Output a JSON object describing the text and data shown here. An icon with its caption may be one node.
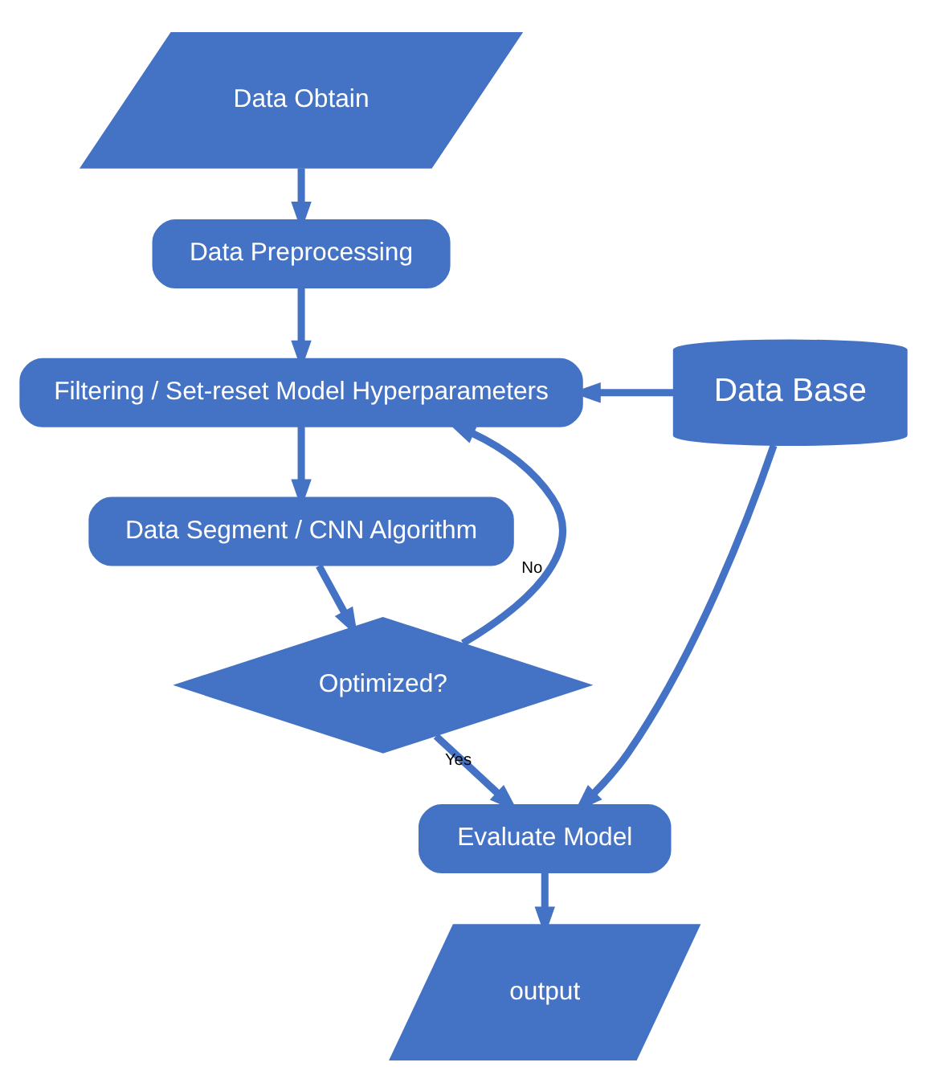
{
  "diagram": {
    "nodes": [
      {
        "text": [
          "Data Obtain"
        ]
      },
      {
        "text": [
          "Data Preprocessing"
        ]
      },
      {
        "text": [
          "Filtering / Set-reset Model Hyperparameters"
        ]
      },
      {
        "text": [
          "Data Base"
        ]
      },
      {
        "text": [
          "Data Segment / CNN Algorithm"
        ]
      },
      {
        "text": [
          "Optimized?"
        ]
      },
      {
        "text": [
          "Evaluate Model"
        ]
      },
      {
        "text": [
          "output"
        ]
      }
    ],
    "edges": [
      {
        "from": 0,
        "to": 1,
        "arrow": "to"
      },
      {
        "from": 1,
        "to": 2,
        "arrow": "to"
      },
      {
        "from": 3,
        "to": 2,
        "arrow": "to"
      },
      {
        "from": 2,
        "to": 4,
        "arrow": "to"
      },
      {
        "from": 4,
        "to": 5,
        "arrow": "to"
      },
      {
        "from": 5,
        "to": 2,
        "arrow": "to",
        "label": "No"
      },
      {
        "from": 5,
        "to": 6,
        "arrow": "to",
        "label": "Yes"
      },
      {
        "from": 3,
        "to": 6,
        "arrow": "to"
      },
      {
        "from": 6,
        "to": 7,
        "arrow": "to"
      }
    ]
  }
}
